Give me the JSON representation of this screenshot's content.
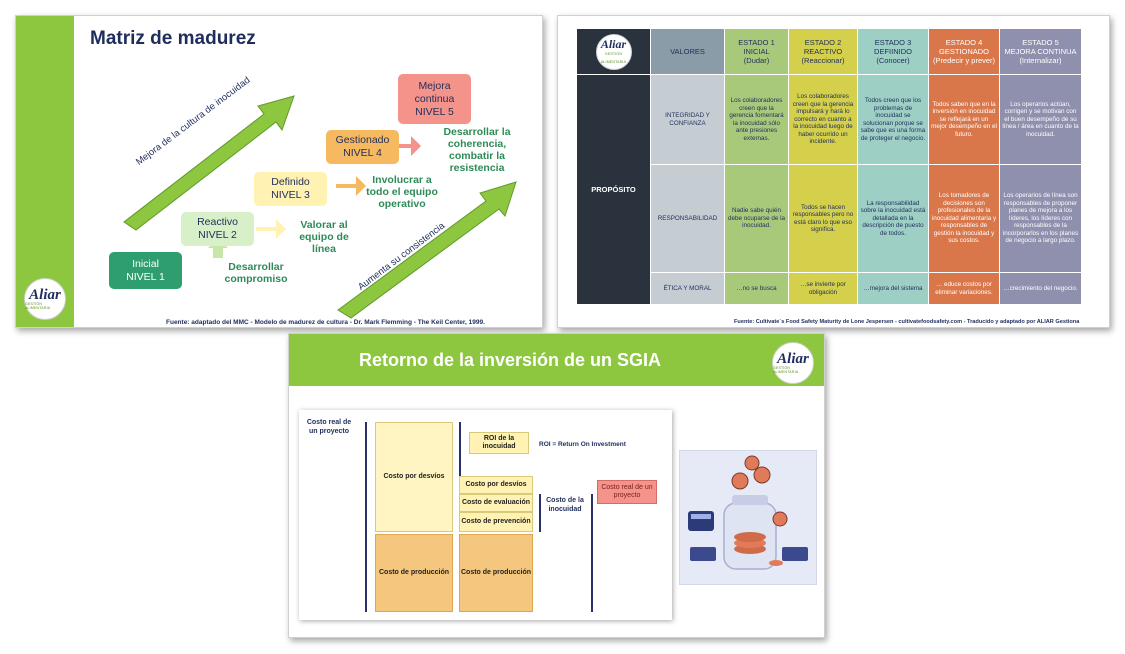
{
  "slide1": {
    "title": "Matriz de madurez",
    "logo_text": "Aliar",
    "logo_sub": "GESTIÓN ALIMENTARIA",
    "levels": [
      {
        "name": "Inicial",
        "level": "NIVEL 1",
        "color": "#2f9e6e"
      },
      {
        "name": "Reactivo",
        "level": "NIVEL 2",
        "color": "#d8f0c8"
      },
      {
        "name": "Definido",
        "level": "NIVEL 3",
        "color": "#fff2b3"
      },
      {
        "name": "Gestionado",
        "level": "NIVEL 4",
        "color": "#f7b960"
      },
      {
        "name": "Mejora continua",
        "level": "NIVEL 5",
        "color": "#f4938a"
      }
    ],
    "actions": [
      "Desarrollar compromiso",
      "Valorar al equipo de línea",
      "Involucrar a todo el equipo operativo",
      "Desarrollar la coherencia, combatir la resistencia"
    ],
    "arrow_up": "Mejora de la cultura de inocuidad",
    "arrow_down": "Aumenta su consistencia",
    "source": "Fuente: adaptado del MMC - Modelo de madurez de cultura - Dr. Mark Flemming - The Keil Center, 1999."
  },
  "slide2": {
    "header": {
      "valores": "VALORES",
      "estados": [
        {
          "t1": "ESTADO 1",
          "t2": "INICIAL",
          "t3": "(Dudar)",
          "color": "#a9c97a"
        },
        {
          "t1": "ESTADO 2",
          "t2": "REACTIVO",
          "t3": "(Reaccionar)",
          "color": "#d4d04b"
        },
        {
          "t1": "ESTADO 3",
          "t2": "DEFIINIDO",
          "t3": "(Conocer)",
          "color": "#9ecfc4"
        },
        {
          "t1": "ESTADO 4",
          "t2": "GESTIONADO",
          "t3": "(Predecir y prever)",
          "color": "#d9774a"
        },
        {
          "t1": "ESTADO 5",
          "t2": "MEJORA CONTINUA",
          "t3": "(Internalizar)",
          "color": "#8f8fae"
        }
      ]
    },
    "proposito": "PROPÓSITO",
    "rows": [
      {
        "valor": "INTEGRIDAD Y CONFIANZA",
        "cells": [
          "Los colaboradores creen que la gerencia fomentará la inocuidad sólo ante presiones externas.",
          "Los colaboradores creen que la gerencia impulsará y hará lo correcto en cuanto a la inocuidad luego de haber ocurrido un incidente.",
          "Todos creen que los problemas de inocuidad se solucionan porque se sabe que es una forma de proteger el negocio.",
          "Todos saben que en la inversión en inocuidad se reflejará en un mejor desempeño en el futuro.",
          "Los operarios actúan, corrigen y se motivan con el buen desempeño de su línea / área en cuanto de la inocuidad."
        ]
      },
      {
        "valor": "RESPONSABILIDAD",
        "cells": [
          "Nadie sabe quién debe ocuparse de la inocuidad.",
          "Todos se hacen responsables pero no está claro lo que eso significa.",
          "La responsabilidad sobre la inocuidad está detallada en la descripción de puesto de todos.",
          "Los tomadores de decisiones son profesionales de la inocuidad alimentaria y responsables de gestión la inocuidad y sus costos.",
          "Los operarios de línea son responsables de proponer planes de mejora a los líderes, los líderes con responsables de la incorporarlos en los planes de negocio a largo plazo."
        ]
      },
      {
        "valor": "ÉTICA Y MORAL",
        "cells": [
          "…no se busca",
          "…se invierte por obligación",
          "…mejora del sistema",
          "… educe costos por eliminar variaciones.",
          "…crecimiento del negocio."
        ]
      }
    ],
    "source": "Fuente: Cultivate´s Food Safety Maturity de Lone Jespersen - cultivatefoodsafety.com - Traducido y adaptado por ALIAR Gestiona"
  },
  "slide3": {
    "title": "Retorno de la inversión de un SGIA",
    "costo_real_label": "Costo real de un proyecto",
    "costo_desvios_big": "Costo por desvíos",
    "costo_produccion": "Costo de producción",
    "roi_box": "ROI de la inocuidad",
    "roi_def": "ROI = Return On Investment",
    "costo_desvios_small": "Costo por desvíos",
    "costo_evaluacion": "Costo de evaluación",
    "costo_prevencion": "Costo de prevención",
    "costo_produccion_2": "Costo de producción",
    "costo_inocuidad": "Costo de la inocuidad",
    "costo_real_box": "Costo real de un proyecto"
  }
}
